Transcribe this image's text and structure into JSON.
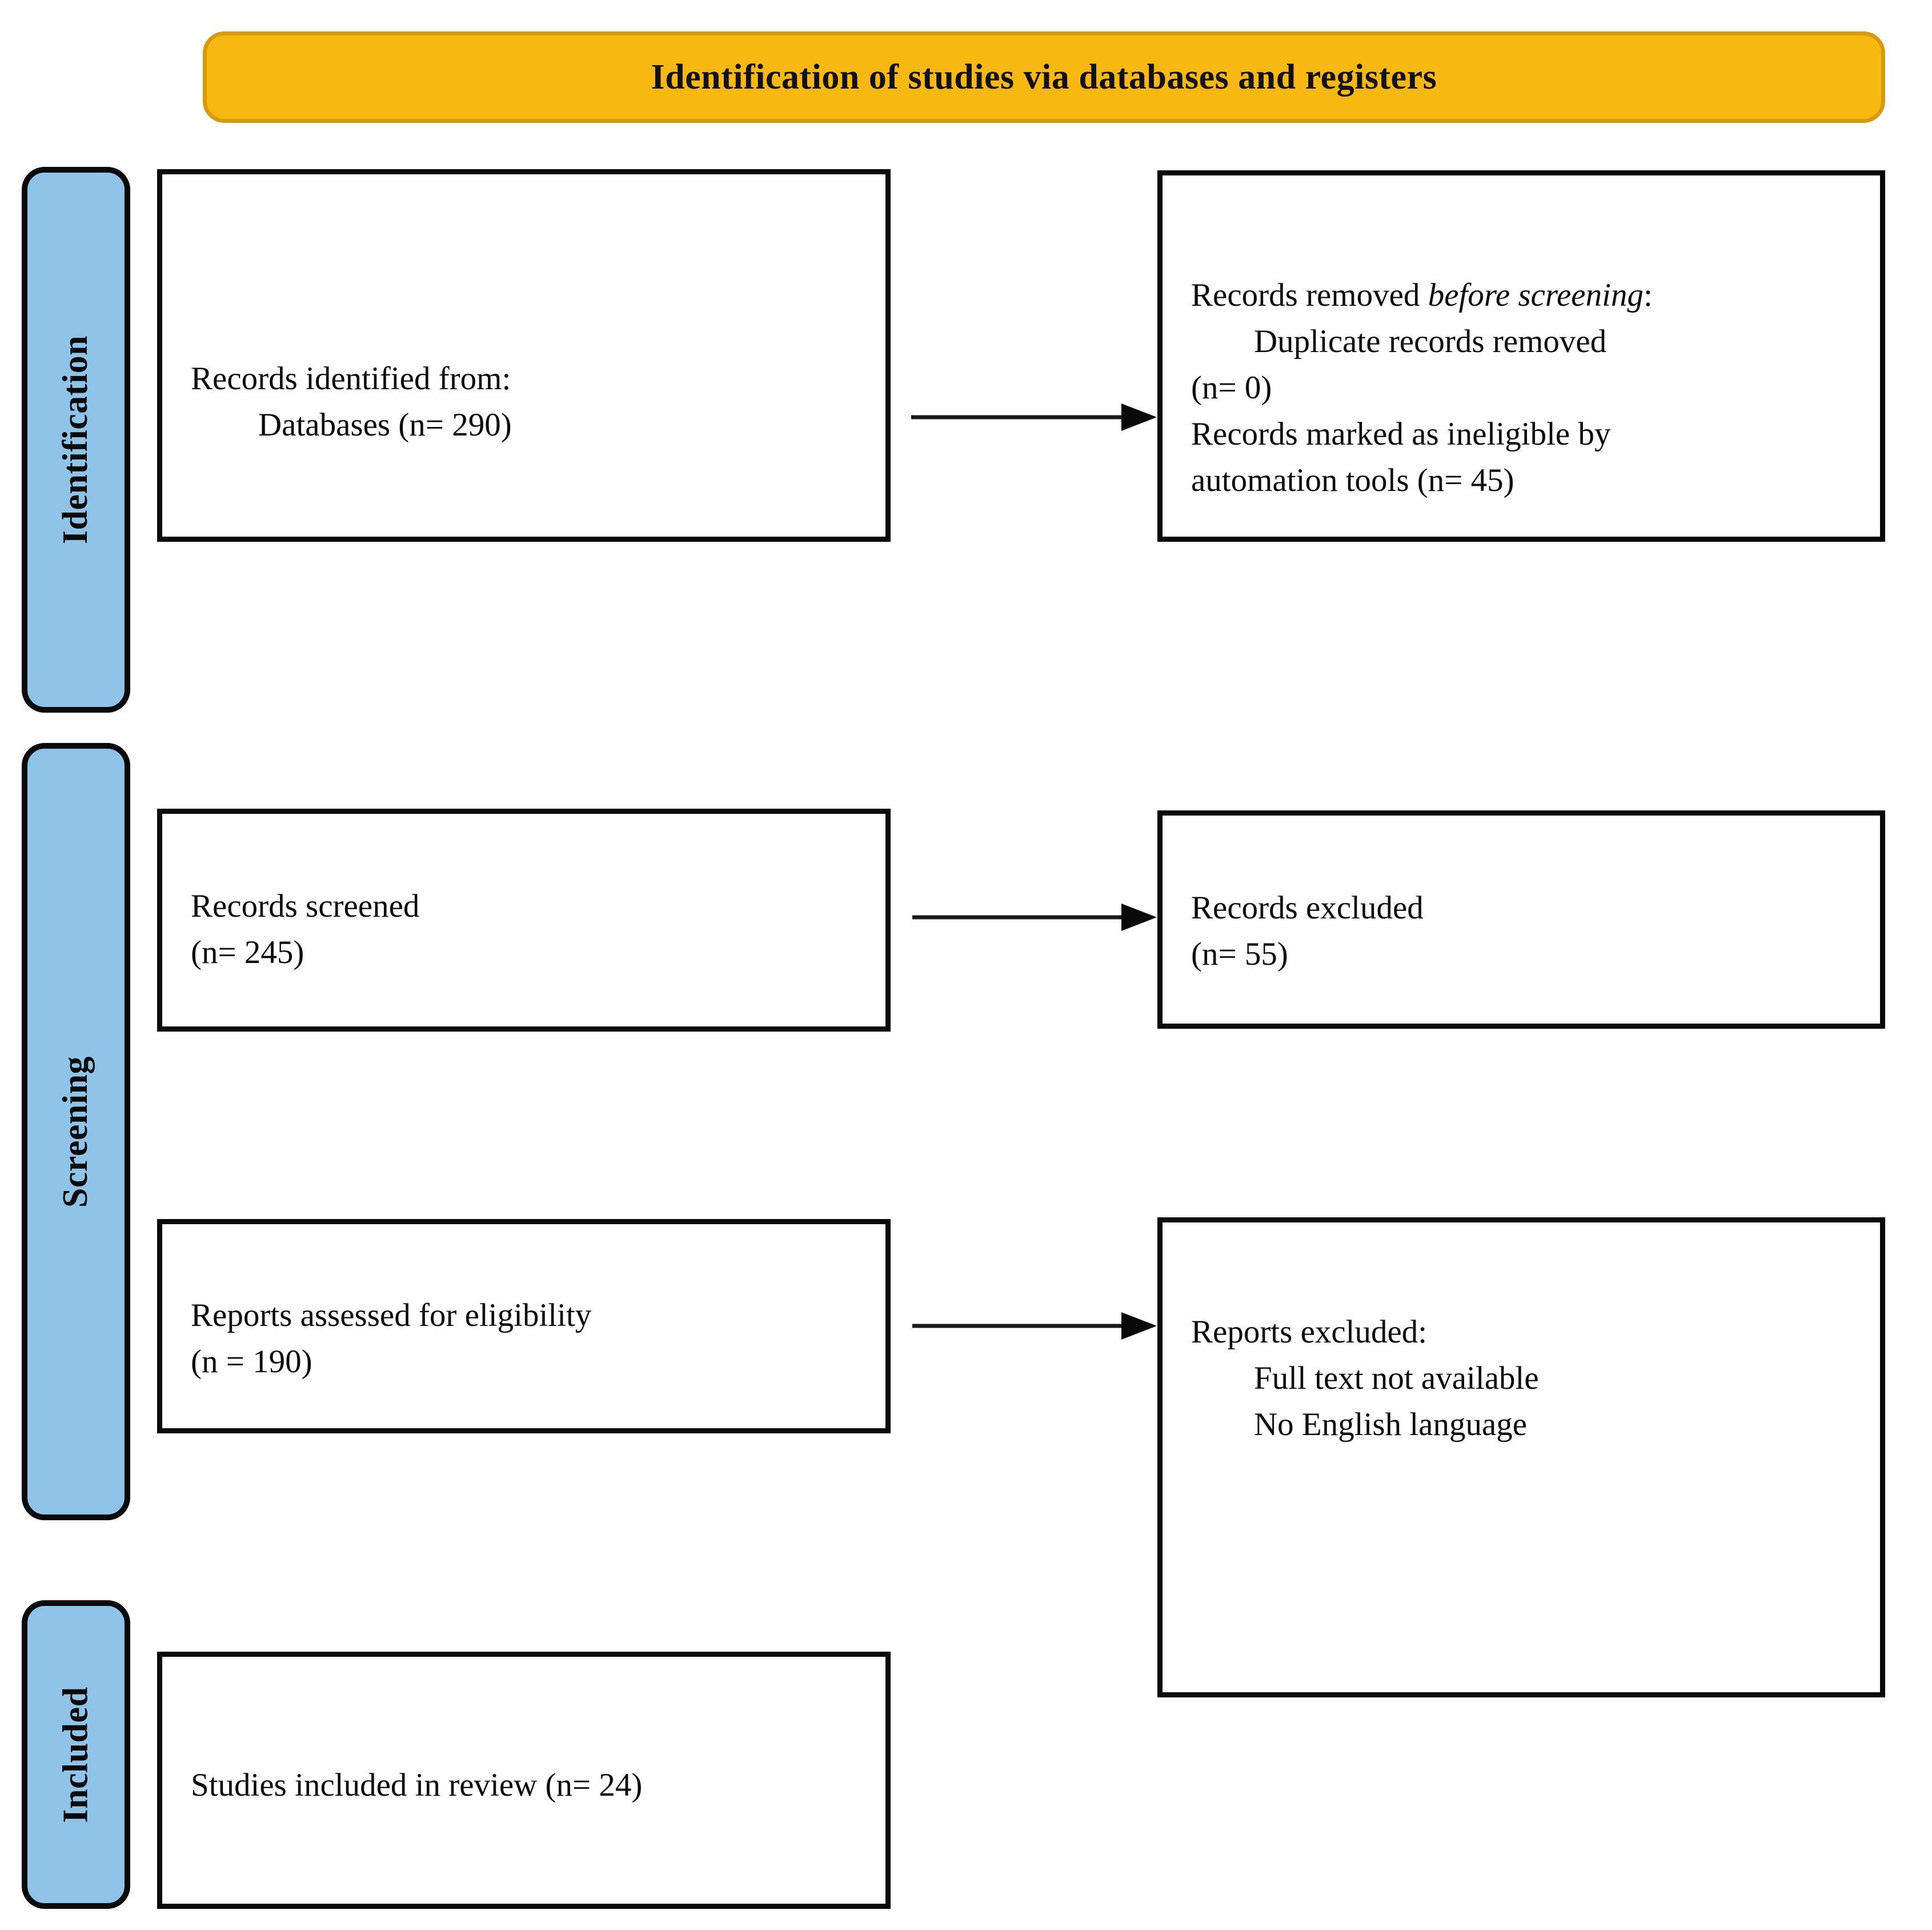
{
  "banner": {
    "title": "Identification of studies via databases and registers",
    "fill": "#F7B911",
    "border": "#D79A09"
  },
  "stages": [
    {
      "id": "identification",
      "label": "Identification",
      "fill": "#8FC3E8"
    },
    {
      "id": "screening",
      "label": "Screening",
      "fill": "#8FC3E8"
    },
    {
      "id": "included",
      "label": "Included",
      "fill": "#8FC3E8"
    }
  ],
  "boxes": {
    "identified": {
      "line1": "Records identified from:",
      "line2": "Databases (n= 290)"
    },
    "removed": {
      "line1_a": "Records removed ",
      "line1_b": "before screening",
      "line1_c": ":",
      "line2": "Duplicate records removed",
      "line3": "(n= 0)",
      "line4": "Records marked as ineligible by",
      "line5": "automation tools (n= 45)"
    },
    "screened": {
      "line1": "Records screened",
      "line2": "(n= 245)"
    },
    "excluded": {
      "line1": "Records excluded",
      "line2": "(n= 55)"
    },
    "eligibility": {
      "line1": "Reports assessed for eligibility",
      "line2": "(n = 190)"
    },
    "reports_excluded": {
      "line1": "Reports excluded:",
      "line2": "Full text not available",
      "line3": "No English language"
    },
    "included": {
      "line1": "Studies included in review (n= 24)"
    }
  },
  "arrows": [
    {
      "id": "arrow-identified-to-removed",
      "name": "flow-arrow-identification"
    },
    {
      "id": "arrow-screened-to-excluded",
      "name": "flow-arrow-screening"
    },
    {
      "id": "arrow-eligibility-to-excluded",
      "name": "flow-arrow-eligibility"
    }
  ],
  "chart_data": {
    "type": "diagram",
    "title": "Identification of studies via databases and registers",
    "diagram_kind": "PRISMA flow diagram",
    "stages": [
      "Identification",
      "Screening",
      "Included"
    ],
    "nodes": [
      {
        "stage": "Identification",
        "column": "left",
        "label": "Records identified from: Databases",
        "n": 290
      },
      {
        "stage": "Identification",
        "column": "right",
        "label": "Records removed before screening: Duplicate records removed",
        "n": 0
      },
      {
        "stage": "Identification",
        "column": "right",
        "label": "Records marked as ineligible by automation tools",
        "n": 45
      },
      {
        "stage": "Screening",
        "column": "left",
        "label": "Records screened",
        "n": 245
      },
      {
        "stage": "Screening",
        "column": "right",
        "label": "Records excluded",
        "n": 55
      },
      {
        "stage": "Screening",
        "column": "left",
        "label": "Reports assessed for eligibility",
        "n": 190
      },
      {
        "stage": "Screening",
        "column": "right",
        "label": "Reports excluded: Full text not available; No English language",
        "n": null
      },
      {
        "stage": "Included",
        "column": "left",
        "label": "Studies included in review",
        "n": 24
      }
    ],
    "edges": [
      {
        "from": "Records identified from: Databases",
        "to": "Records removed before screening"
      },
      {
        "from": "Records screened",
        "to": "Records excluded"
      },
      {
        "from": "Reports assessed for eligibility",
        "to": "Reports excluded"
      }
    ]
  }
}
